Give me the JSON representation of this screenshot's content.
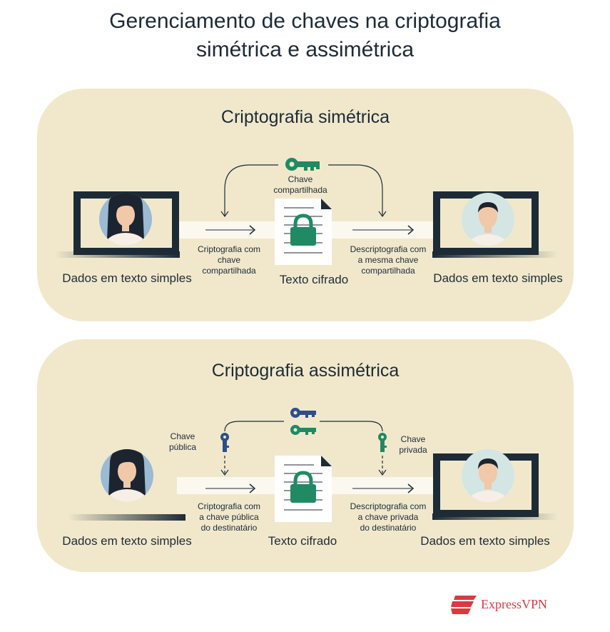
{
  "title_line1": "Gerenciamento de chaves na criptografia",
  "title_line2": "simétrica e assimétrica",
  "symmetric": {
    "title": "Criptografia simétrica",
    "key_label_1": "Chave",
    "key_label_2": "compartilhada",
    "encrypt_label": [
      "Criptografia com",
      "chave",
      "compartilhada"
    ],
    "decrypt_label": [
      "Descriptografia com",
      "a mesma chave",
      "compartilhada"
    ],
    "sender_caption": "Dados em texto simples",
    "cipher_caption": "Texto cifrado",
    "receiver_caption": "Dados em texto simples"
  },
  "asymmetric": {
    "title": "Criptografia assimétrica",
    "public_key_label": [
      "Chave",
      "pública"
    ],
    "private_key_label": [
      "Chave",
      "privada"
    ],
    "encrypt_label": [
      "Criptografia com",
      "a chave pública",
      "do destinatário"
    ],
    "decrypt_label": [
      "Descriptografia com",
      "a chave privada",
      "do destinatário"
    ],
    "sender_caption": "Dados em texto simples",
    "cipher_caption": "Texto cifrado",
    "receiver_caption": "Dados em texto simples"
  },
  "brand": {
    "name": "ExpressVPN"
  },
  "colors": {
    "panel": "#f1e8cc",
    "key_green": "#1f8a63",
    "key_blue": "#2c4f8c",
    "lock_green": "#1f8a63",
    "laptop": "#1c2b36",
    "brand_red": "#da3940"
  },
  "icons": [
    "laptop-icon",
    "woman-avatar",
    "man-avatar",
    "document-icon",
    "lock-icon",
    "key-icon",
    "ribbon-logo-icon"
  ]
}
